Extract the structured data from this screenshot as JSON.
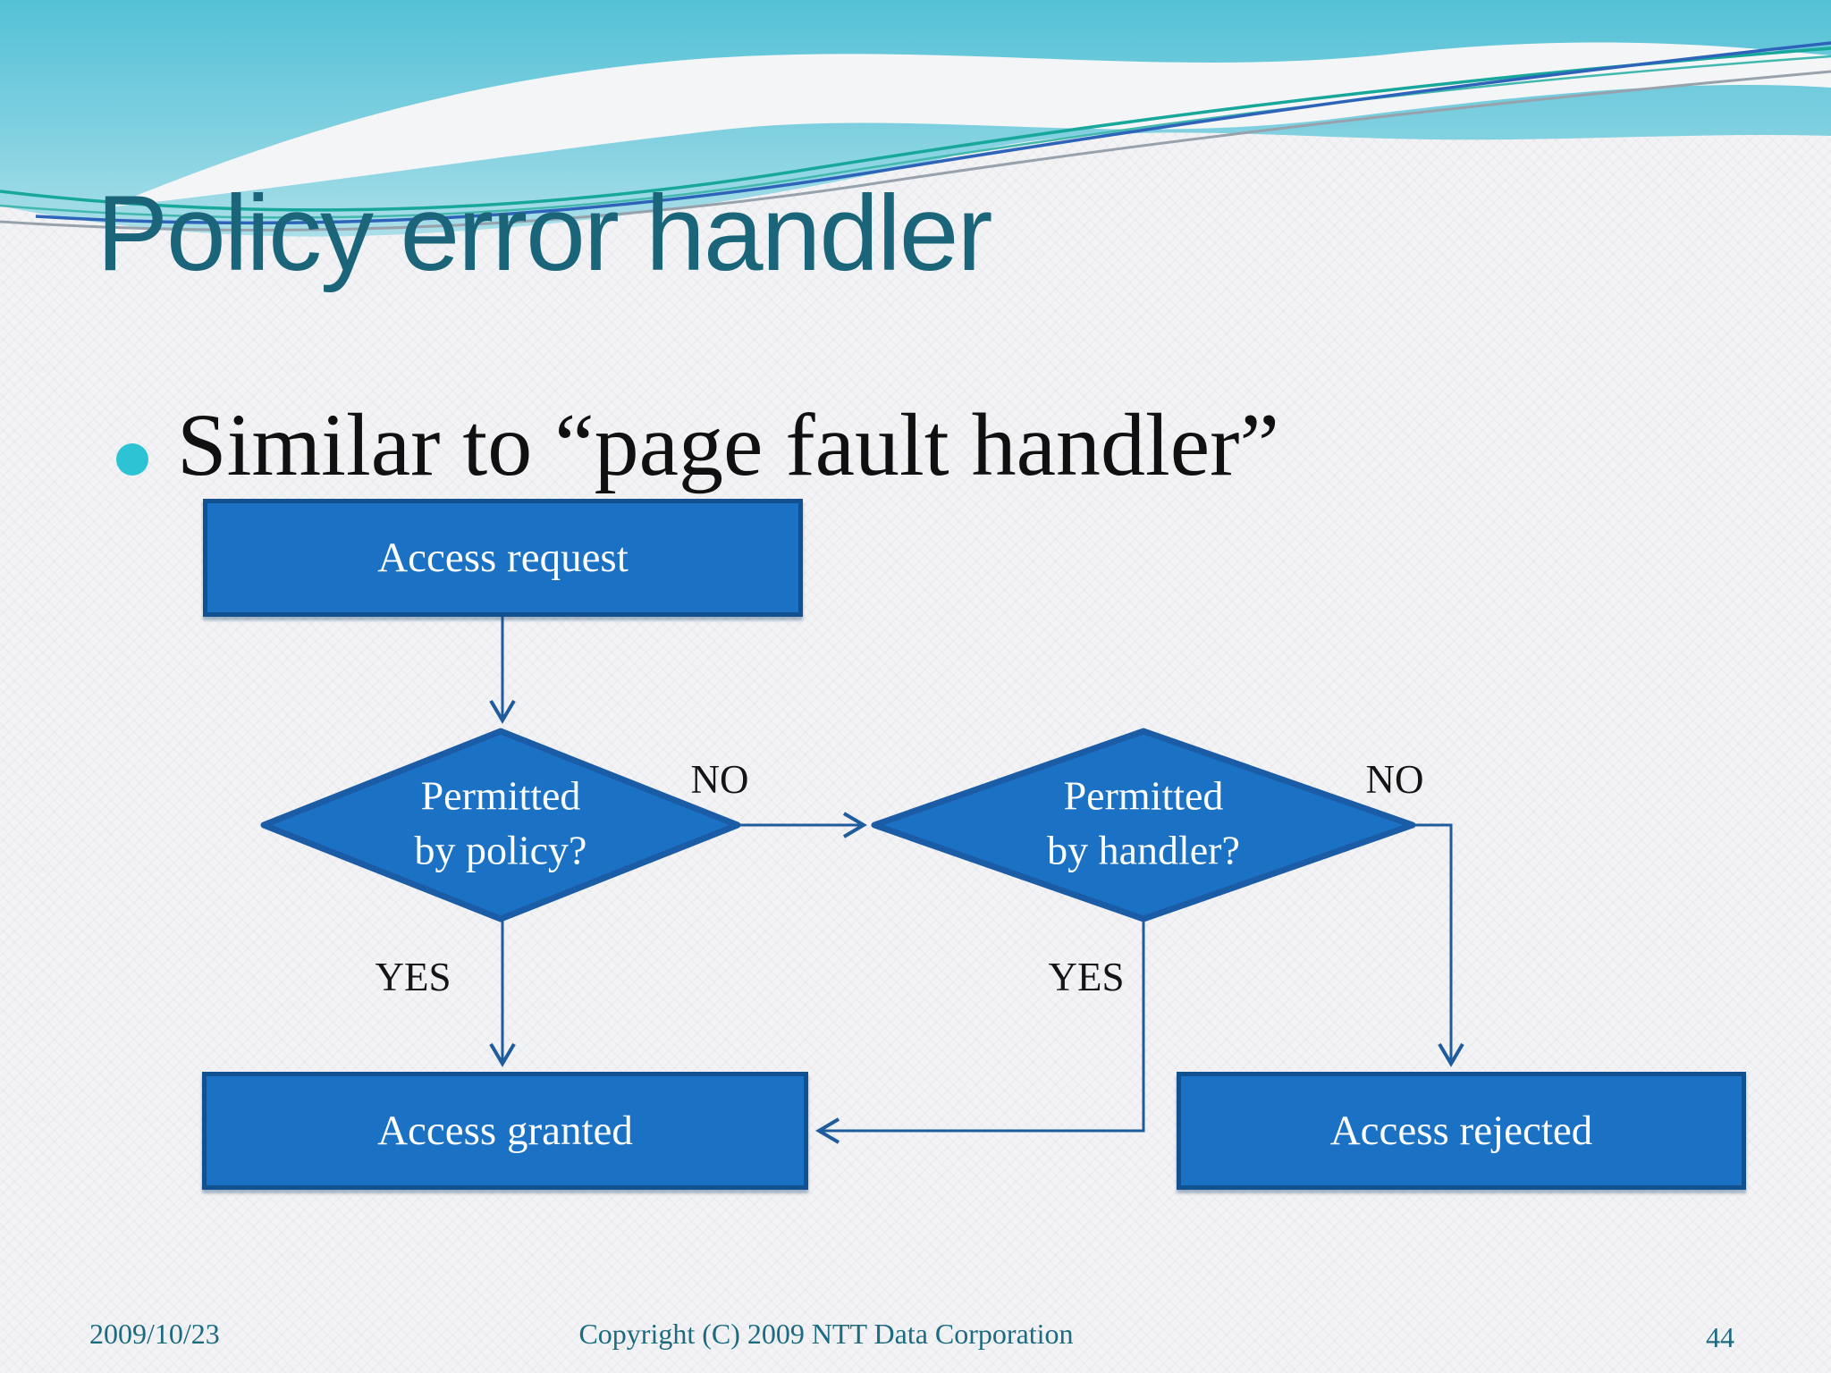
{
  "slide": {
    "title": "Policy error handler",
    "bullet_text": "Similar to “page fault handler”",
    "footer": {
      "date": "2009/10/23",
      "copyright": "Copyright (C) 2009 NTT Data Corporation",
      "page_number": "44"
    }
  },
  "flowchart": {
    "nodes": {
      "access_request": {
        "label": "Access request"
      },
      "policy_decision": {
        "line1": "Permitted",
        "line2": "by policy?"
      },
      "handler_decision": {
        "line1": "Permitted",
        "line2": "by handler?"
      },
      "access_granted": {
        "label": "Access granted"
      },
      "access_rejected": {
        "label": "Access rejected"
      }
    },
    "edge_labels": {
      "policy_no": "NO",
      "policy_yes": "YES",
      "handler_no": "NO",
      "handler_yes": "YES"
    },
    "colors": {
      "node_fill": "#1b72c5",
      "node_border": "#11518f",
      "diamond_border": "#1a5ca6",
      "connector": "#1e5c9e",
      "node_text": "#ffffff",
      "title_text": "#1a657a",
      "footer_text": "#1d6b80",
      "bullet_dot": "#2cc4d4",
      "header_teal": "#54c1d6"
    }
  }
}
